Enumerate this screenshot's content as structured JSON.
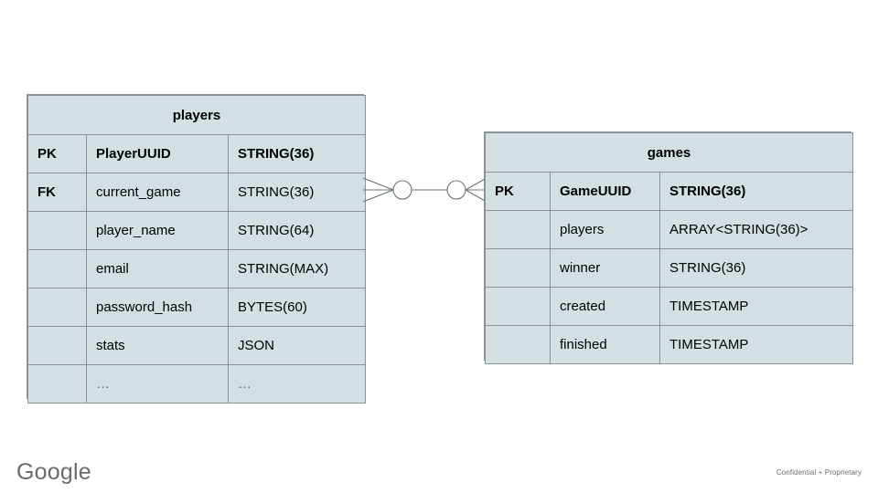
{
  "diagram": {
    "type": "entity-relationship",
    "colors": {
      "entity_fill": "#d3dfe3",
      "entity_border": "#8a9296",
      "text": "#000000",
      "muted_text": "#5f6b70",
      "connector": "#6b7478",
      "background": "#ffffff"
    },
    "entities": [
      {
        "id": "players",
        "title": "players",
        "rows": [
          {
            "key": "PK",
            "name": "PlayerUUID",
            "type": "STRING(36)",
            "bold": true,
            "muted": false
          },
          {
            "key": "FK",
            "name": "current_game",
            "type": "STRING(36)",
            "bold": false,
            "muted": false
          },
          {
            "key": "",
            "name": "player_name",
            "type": "STRING(64)",
            "bold": false,
            "muted": false
          },
          {
            "key": "",
            "name": "email",
            "type": "STRING(MAX)",
            "bold": false,
            "muted": false
          },
          {
            "key": "",
            "name": "password_hash",
            "type": "BYTES(60)",
            "bold": false,
            "muted": false
          },
          {
            "key": "",
            "name": "stats",
            "type": "JSON",
            "bold": false,
            "muted": false
          },
          {
            "key": "",
            "name": "…",
            "type": "…",
            "bold": false,
            "muted": true
          }
        ]
      },
      {
        "id": "games",
        "title": "games",
        "rows": [
          {
            "key": "PK",
            "name": "GameUUID",
            "type": "STRING(36)",
            "bold": true,
            "muted": false
          },
          {
            "key": "",
            "name": "players",
            "type": "ARRAY<STRING(36)>",
            "bold": false,
            "muted": false
          },
          {
            "key": "",
            "name": "winner",
            "type": "STRING(36)",
            "bold": false,
            "muted": false
          },
          {
            "key": "",
            "name": "created",
            "type": "TIMESTAMP",
            "bold": false,
            "muted": false
          },
          {
            "key": "",
            "name": "finished",
            "type": "TIMESTAMP",
            "bold": false,
            "muted": false
          }
        ]
      }
    ],
    "relationship": {
      "from": "players",
      "to": "games",
      "from_cardinality": "zero-or-many",
      "to_cardinality": "zero-or-many",
      "notation": "crows-foot"
    }
  },
  "footer": {
    "logo_text": "Google",
    "note": "Confidential + Proprietary"
  }
}
